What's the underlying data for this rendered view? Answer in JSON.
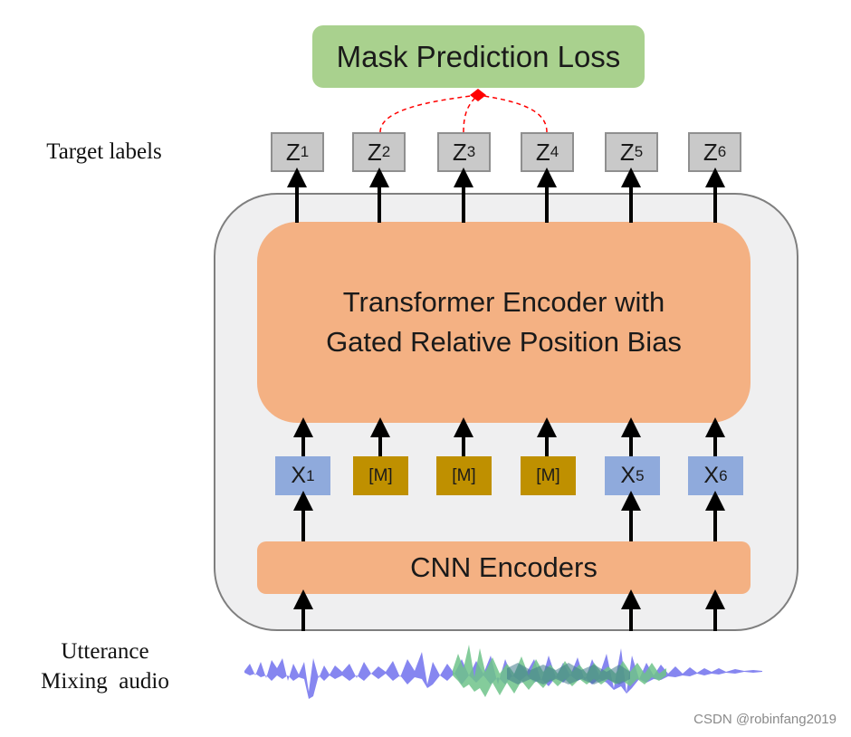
{
  "loss_title": "Mask Prediction Loss",
  "target_labels_caption": "Target labels",
  "targets": [
    {
      "base": "Z",
      "sub": "1"
    },
    {
      "base": "Z",
      "sub": "2"
    },
    {
      "base": "Z",
      "sub": "3"
    },
    {
      "base": "Z",
      "sub": "4"
    },
    {
      "base": "Z",
      "sub": "5"
    },
    {
      "base": "Z",
      "sub": "6"
    }
  ],
  "transformer": {
    "line1": "Transformer Encoder with",
    "line2": "Gated Relative Position Bias"
  },
  "inputs": [
    {
      "type": "x",
      "base": "X",
      "sub": "1"
    },
    {
      "type": "mask",
      "label": "[M]"
    },
    {
      "type": "mask",
      "label": "[M]"
    },
    {
      "type": "mask",
      "label": "[M]"
    },
    {
      "type": "x",
      "base": "X",
      "sub": "5"
    },
    {
      "type": "x",
      "base": "X",
      "sub": "6"
    }
  ],
  "cnn_label": "CNN Encoders",
  "audio_caption": {
    "line1": "Utterance",
    "line2": "Mixing  audio"
  },
  "watermark": "CSDN @robinfang2019",
  "colors": {
    "loss": "#a9d18e",
    "encoder": "#f4b183",
    "target": "#c9c9c9",
    "input_x": "#8faadc",
    "input_mask": "#bf9000",
    "frame": "#efeff0",
    "wave_primary": "#7f7fef",
    "wave_secondary": "#70c18a",
    "connector": "#ff0000"
  }
}
